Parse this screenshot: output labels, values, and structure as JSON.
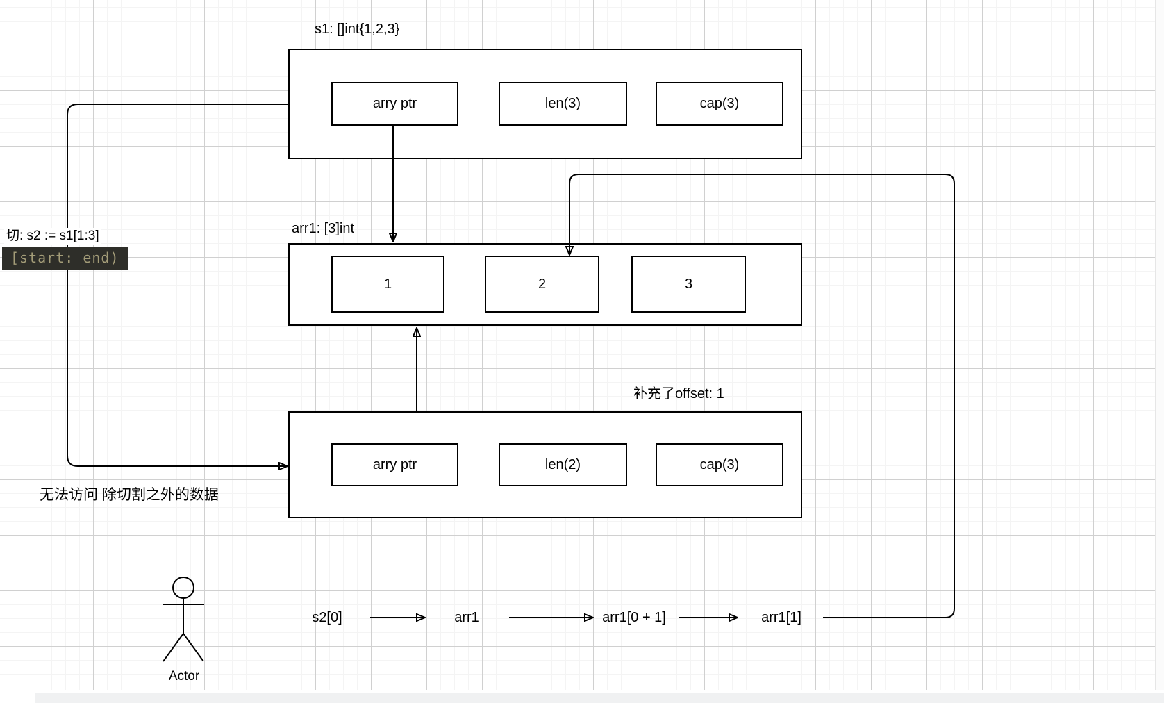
{
  "canvas": {
    "background": "#ffffff",
    "grid_minor_color": "#f4f4f4",
    "grid_major_color": "#d0d0d0",
    "stroke_color": "#000000"
  },
  "s1": {
    "title": "s1: []int{1,2,3}",
    "cells": [
      "arry ptr",
      "len(3)",
      "cap(3)"
    ]
  },
  "arr1": {
    "title": "arr1: [3]int",
    "cells": [
      "1",
      "2",
      "3"
    ]
  },
  "s2": {
    "title": "补充了offset: 1",
    "cells": [
      "arry ptr",
      "len(2)",
      "cap(3)"
    ]
  },
  "notes": {
    "slice_expr": "切: s2 := s1[1:3]",
    "range_hint": "[start: end)",
    "range_hint_bg": "#2e2e29",
    "range_hint_color": "#a39c78",
    "no_access": "无法访问 除切割之外的数据"
  },
  "actor": {
    "label": "Actor"
  },
  "flow": {
    "items": [
      "s2[0]",
      "arr1",
      "arr1[0 + 1]",
      "arr1[1]"
    ]
  }
}
